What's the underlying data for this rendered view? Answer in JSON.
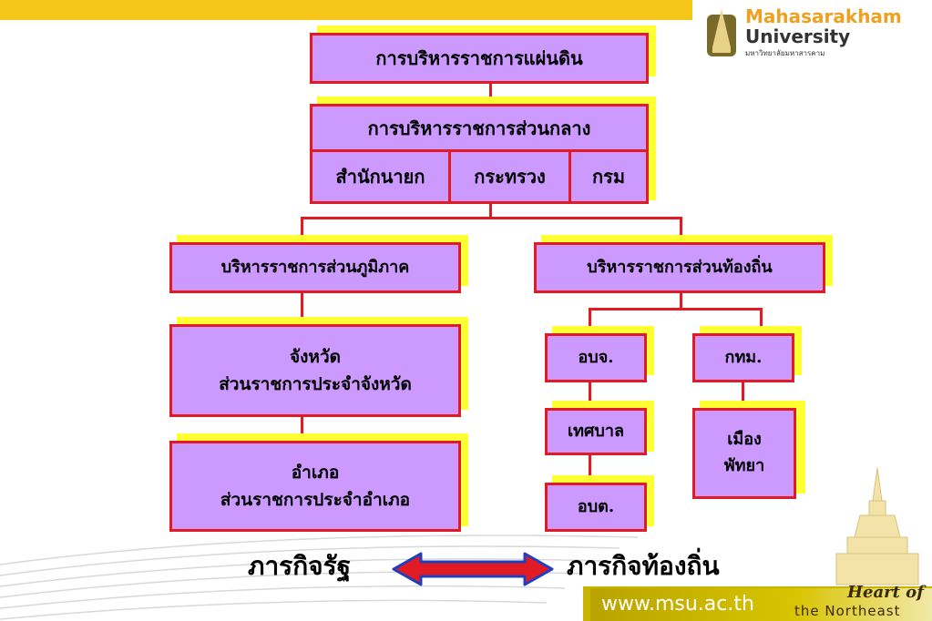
{
  "header": {
    "logo_line1": "Mahasarakham",
    "logo_line2": "University",
    "logo_line3": "มหาวิทยาลัยมหาสารคาม"
  },
  "diagram": {
    "top": "การบริหารราชการแผ่นดิน",
    "central": "การบริหารราชการส่วนกลาง",
    "central_units": [
      "สำนักนายก",
      "กระทรวง",
      "กรม"
    ],
    "regional": "บริหารราชการส่วนภูมิภาค",
    "local": "บริหารราชการส่วนท้องถิ่น",
    "province": {
      "line1": "จังหวัด",
      "line2": "ส่วนราชการประจำจังหวัด"
    },
    "district": {
      "line1": "อำเภอ",
      "line2": "ส่วนราชการประจำอำเภอ"
    },
    "pao": "อบจ.",
    "bma": "กทม.",
    "municipality": "เทศบาล",
    "pattaya": {
      "line1": "เมือง",
      "line2": "พัทยา"
    },
    "sao": "อบต.",
    "state_mission": "ภารกิจรัฐ",
    "local_mission": "ภารกิจท้องถิ่น"
  },
  "footer": {
    "url": "www.msu.ac.th",
    "tag1": "Heart of",
    "tag2": "the Northeast"
  },
  "colors": {
    "box_fill": "#cc99ff",
    "box_border": "#e01b24",
    "shadow": "#ffff33",
    "topbar": "#f5c518",
    "footer_bar": "#c8b400",
    "arrow_fill": "#e01b24",
    "arrow_border": "#1f3fbf"
  }
}
